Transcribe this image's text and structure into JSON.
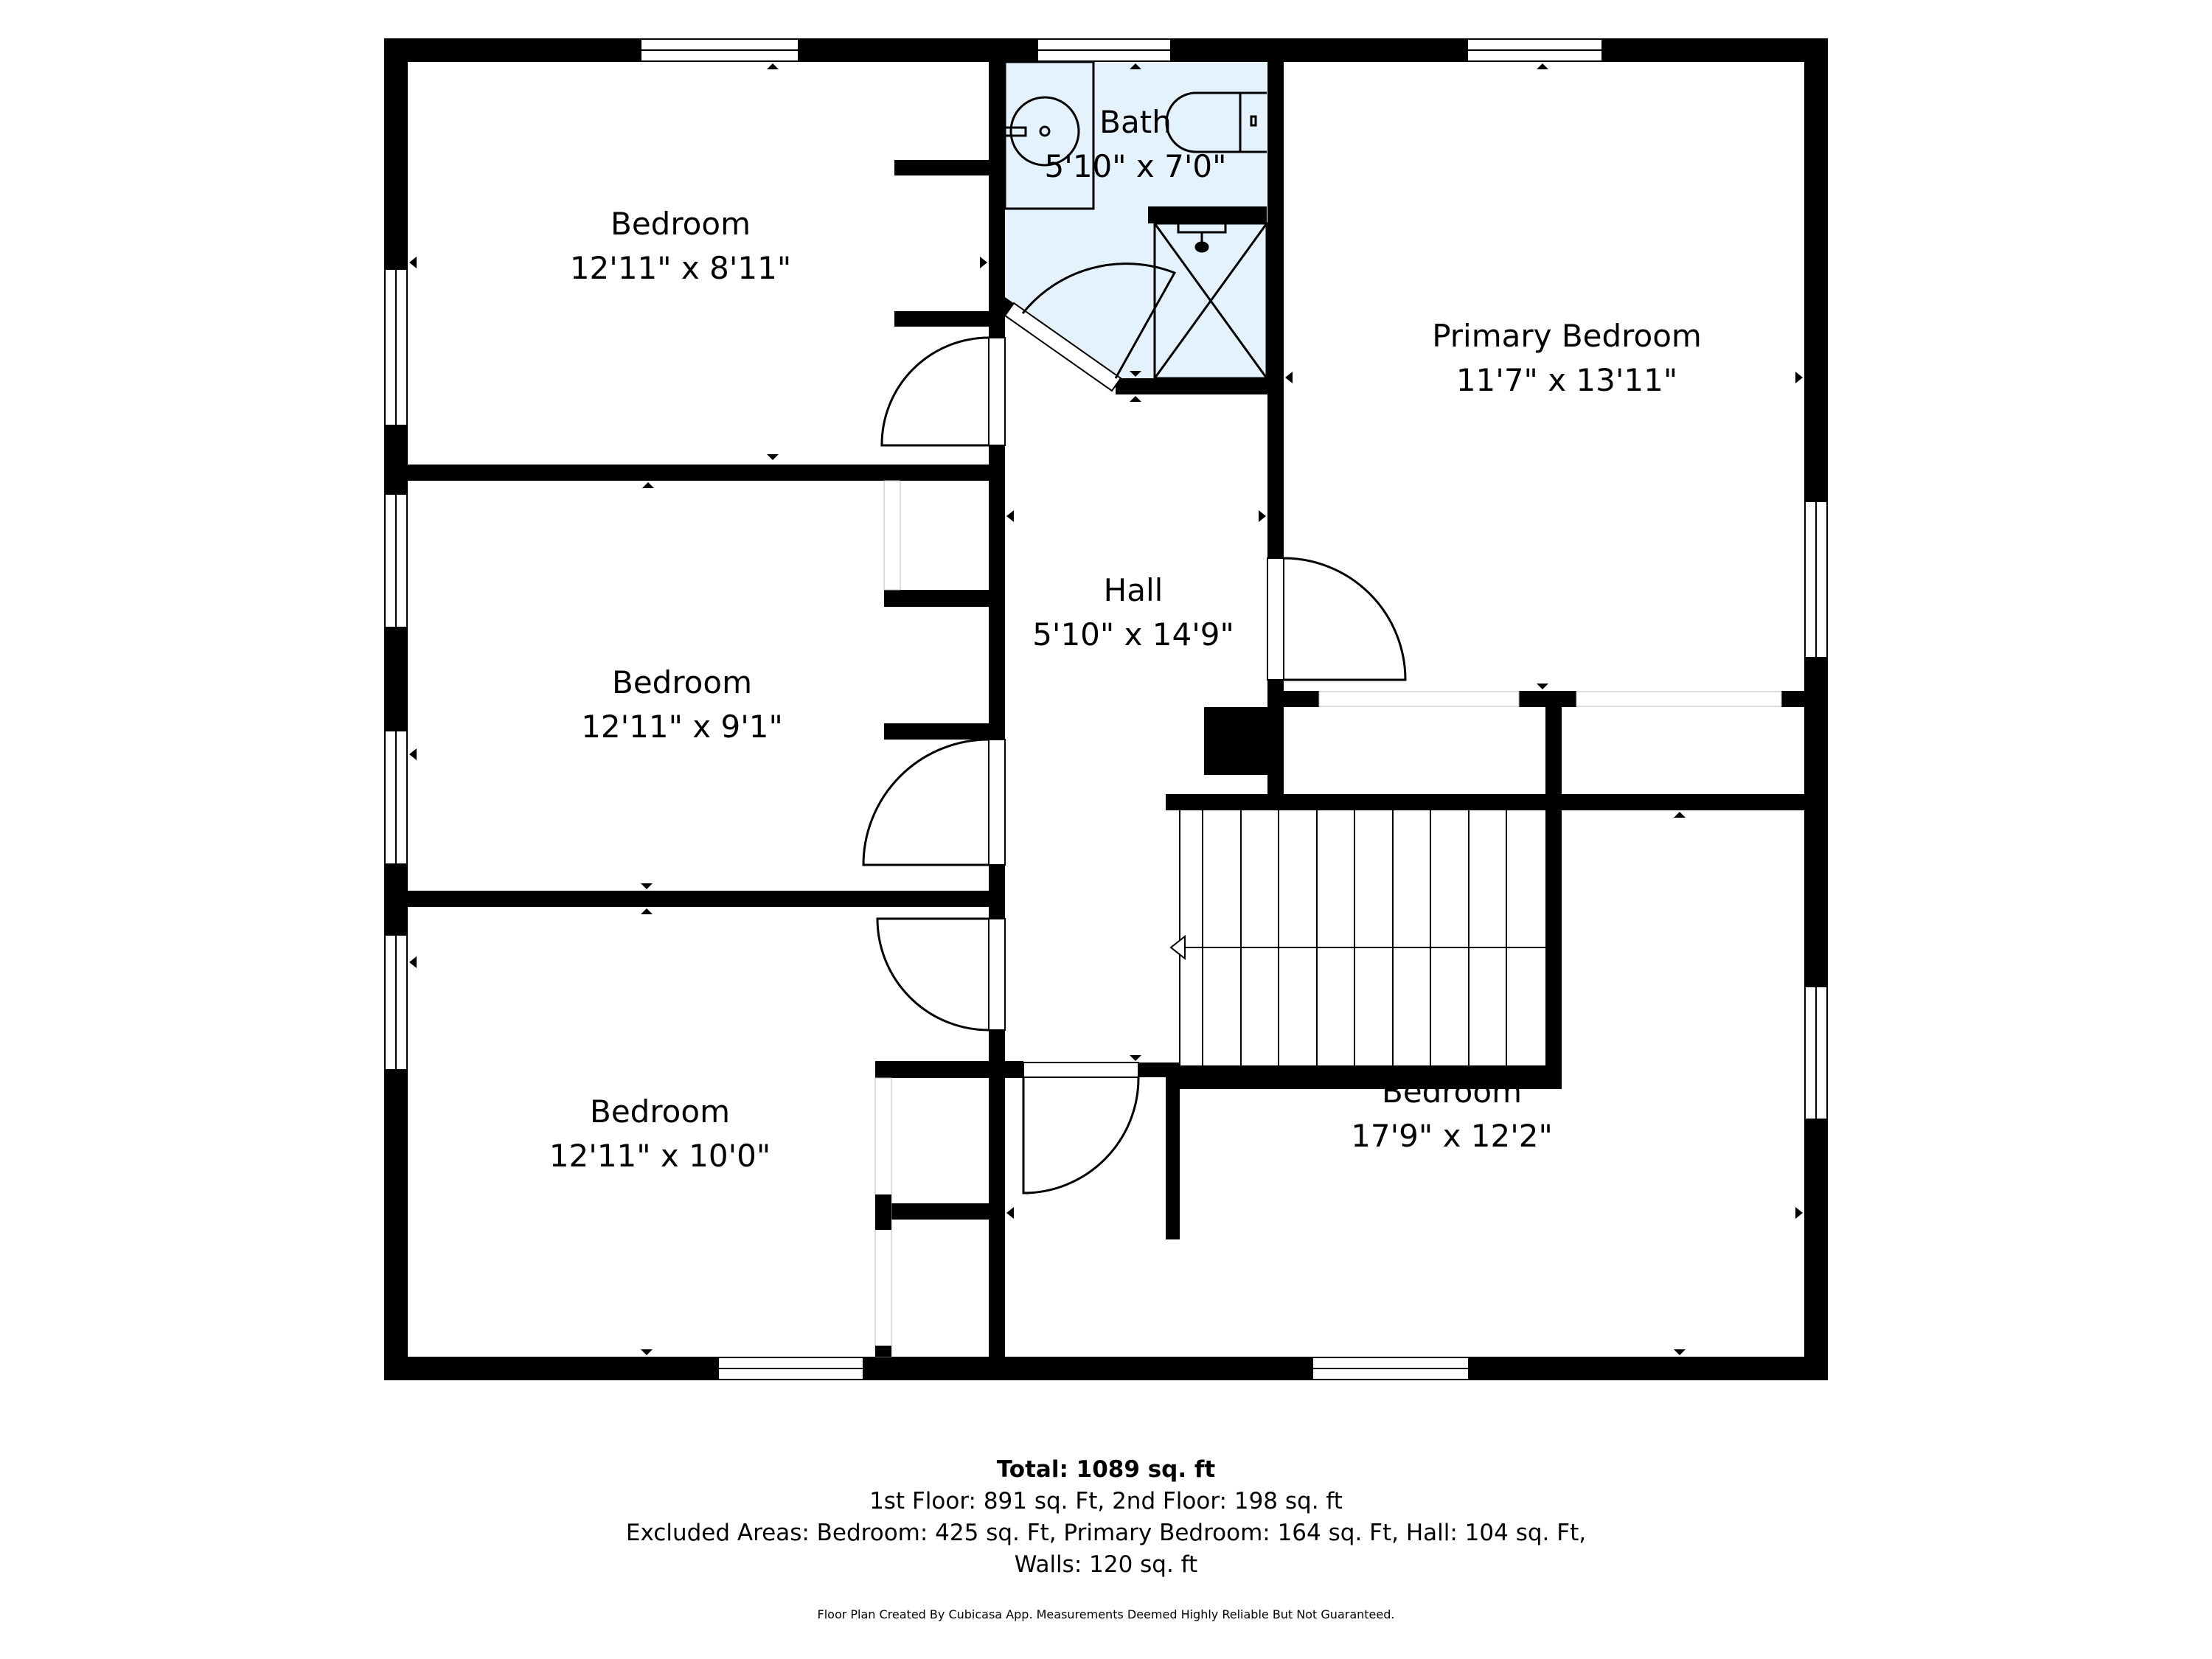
{
  "plan": {
    "colors": {
      "wall": "#000000",
      "bath_fill": "#e3f2fd",
      "floor": "#ffffff"
    },
    "rooms": [
      {
        "id": "bedroom-1",
        "name": "Bedroom",
        "dims": "12'11\" x 8'11\""
      },
      {
        "id": "bath",
        "name": "Bath",
        "dims": "5'10\" x 7'0\""
      },
      {
        "id": "primary-bedroom",
        "name": "Primary Bedroom",
        "dims": "11'7\" x 13'11\""
      },
      {
        "id": "bedroom-2",
        "name": "Bedroom",
        "dims": "12'11\" x 9'1\""
      },
      {
        "id": "hall",
        "name": "Hall",
        "dims": "5'10\" x 14'9\""
      },
      {
        "id": "bedroom-3",
        "name": "Bedroom",
        "dims": "12'11\" x 10'0\""
      },
      {
        "id": "bedroom-4",
        "name": "Bedroom",
        "dims": "17'9\" x 12'2\""
      }
    ],
    "stairs": {
      "direction_icon": "arrow-left-icon"
    }
  },
  "footer": {
    "total": "Total: 1089 sq. ft",
    "floors": "1st Floor: 891 sq. Ft, 2nd Floor: 198 sq. ft",
    "excluded": "Excluded Areas: Bedroom: 425 sq. Ft, Primary Bedroom: 164 sq. Ft, Hall: 104 sq. Ft,",
    "walls": "Walls: 120 sq. ft",
    "disclaimer": "Floor Plan Created By Cubicasa App. Measurements Deemed Highly Reliable But Not Guaranteed."
  }
}
